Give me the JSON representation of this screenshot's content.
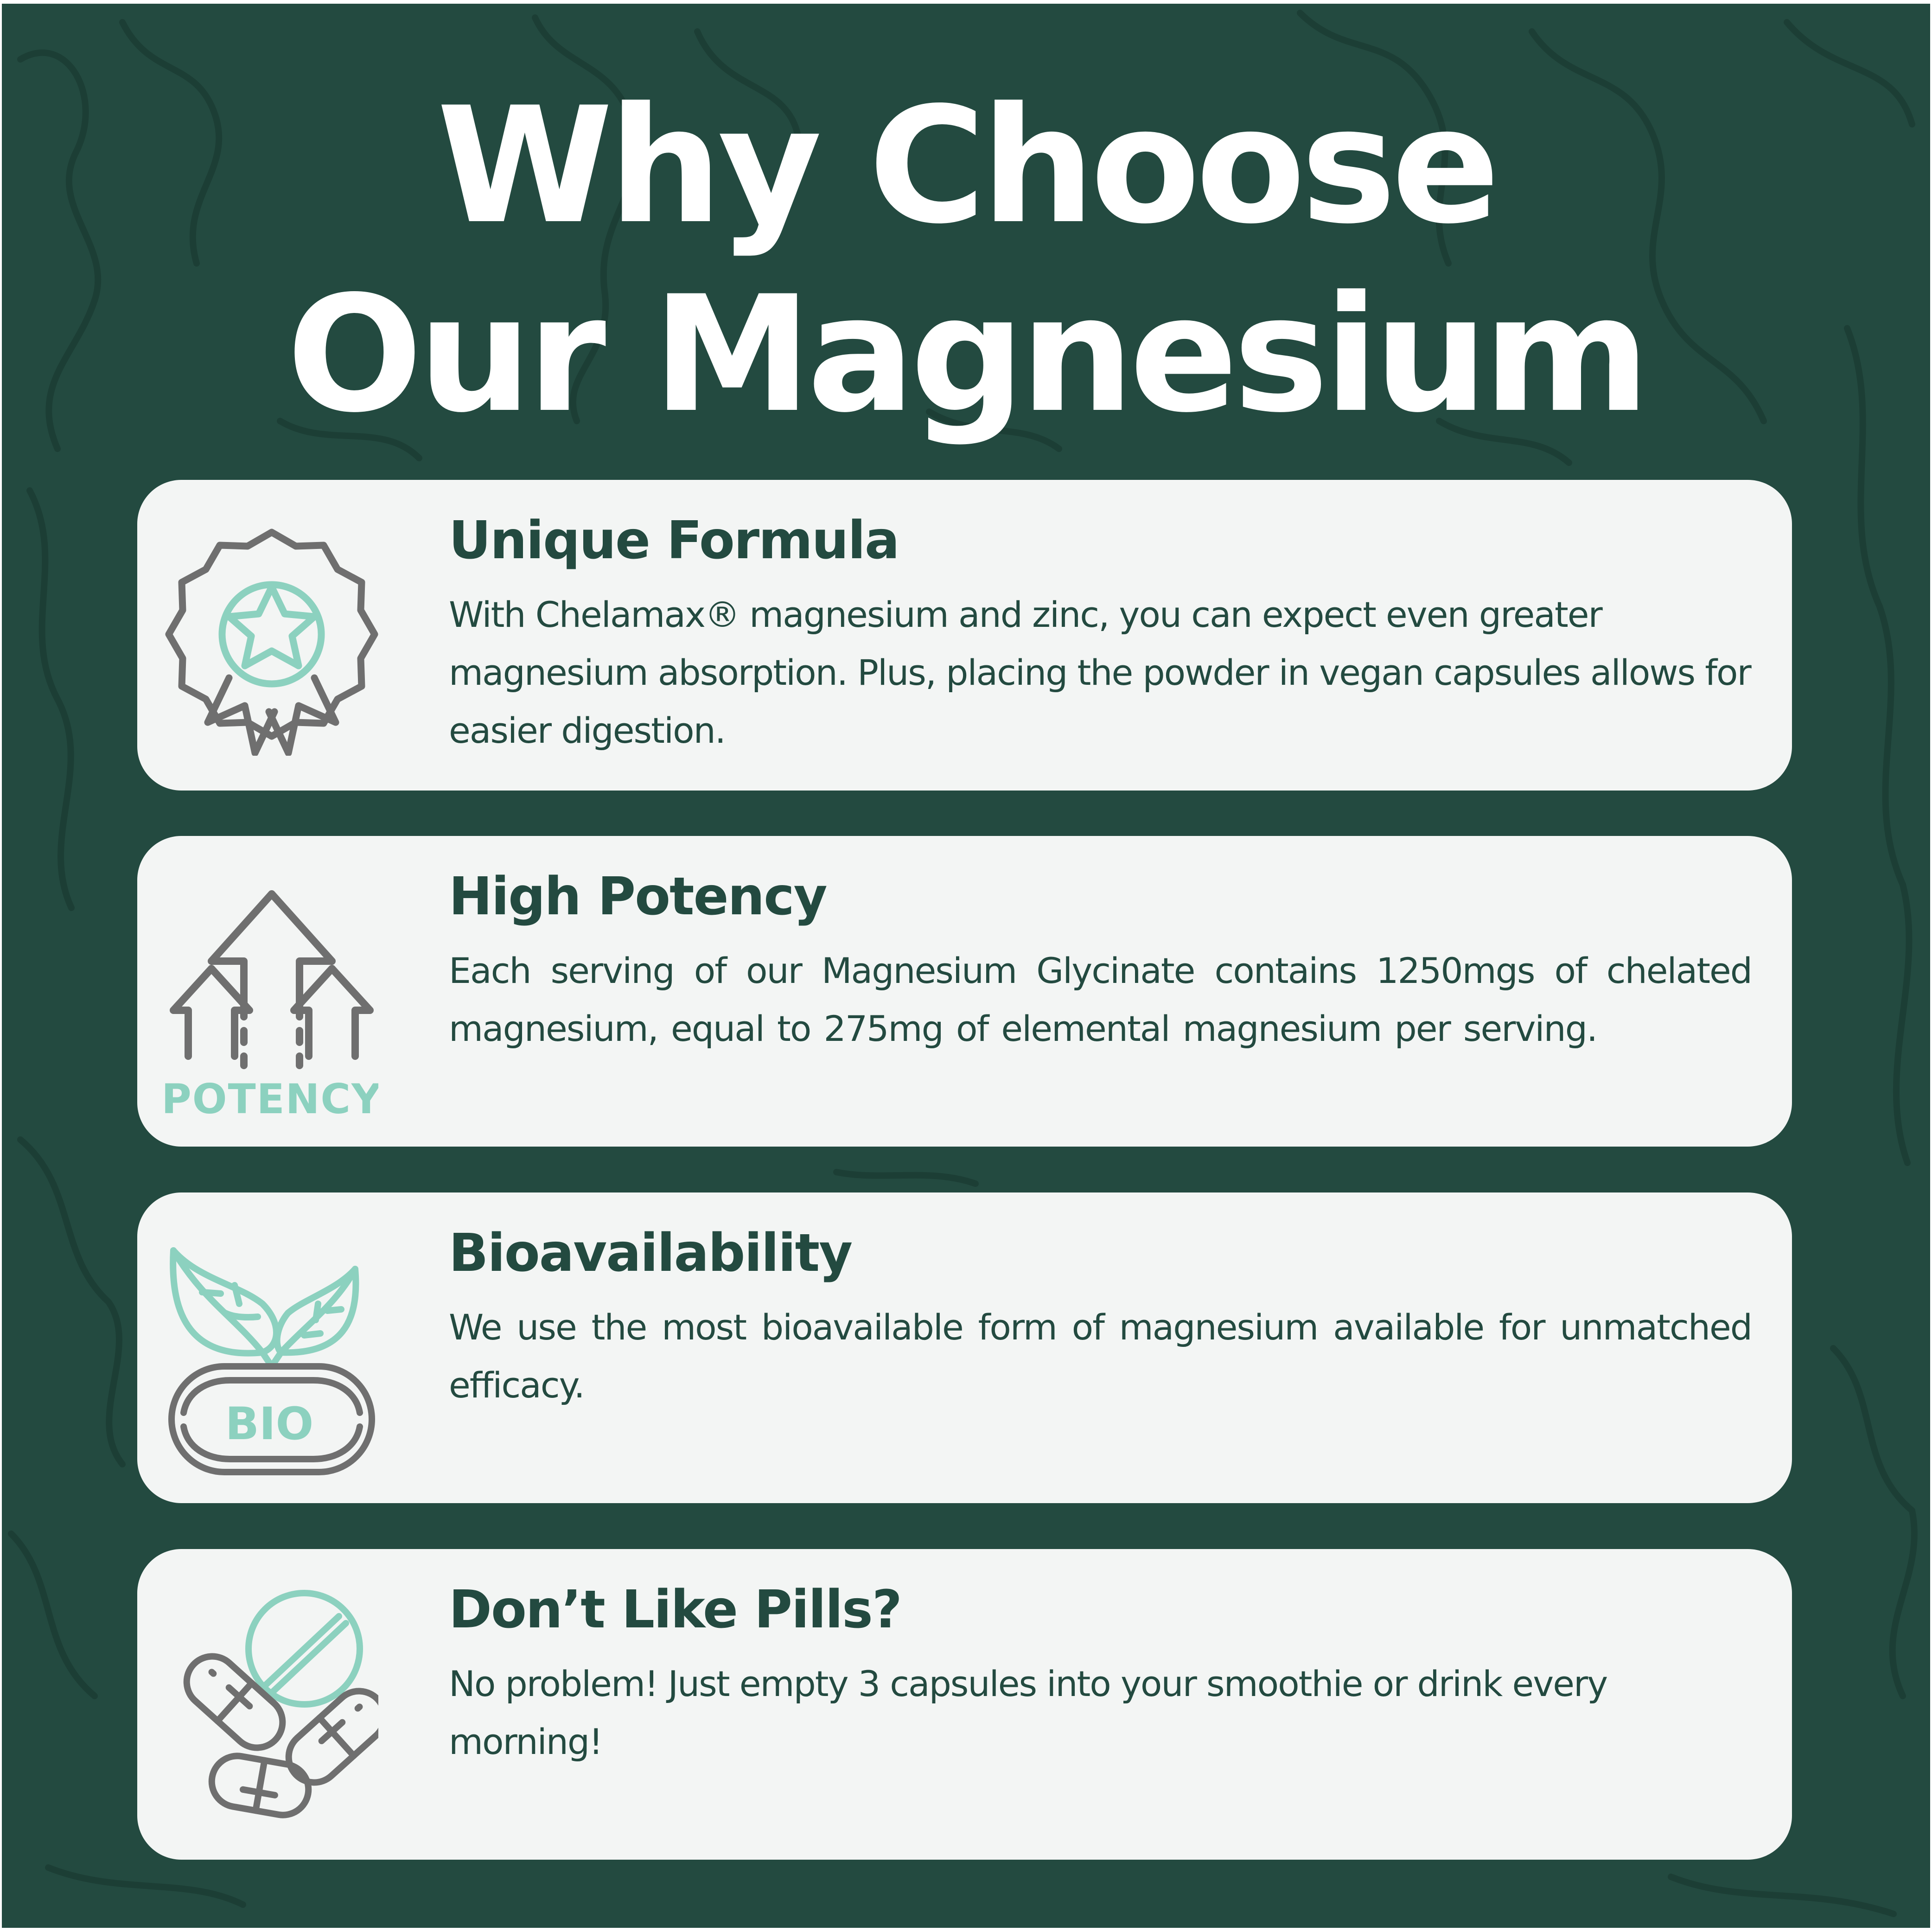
{
  "headline": {
    "line1": "Why Choose",
    "line2": "Our Magnesium"
  },
  "colors": {
    "background": "#234a40",
    "card": "#f3f5f4",
    "text_dark": "#234a40",
    "accent_mint": "#8cd1bf",
    "icon_gray": "#6f6f6f",
    "headline": "#ffffff"
  },
  "features": [
    {
      "icon": "award-ribbon-star-icon",
      "title": "Unique Formula",
      "description": "With Chelamax® magnesium and zinc, you can expect even greater magnesium absorption. Plus, placing the powder in vegan capsules allows for easier digestion."
    },
    {
      "icon": "potency-arrows-icon",
      "icon_label": "POTENCY",
      "title": "High Potency",
      "description": "Each serving of our Magnesium Glycinate contains 1250mgs of chelated magnesium, equal to 275mg of elemental magnesium per serving."
    },
    {
      "icon": "bio-leaves-icon",
      "icon_label": "BIO",
      "title": "Bioavailability",
      "description": "We use the most bioavailable form of magnesium available for unmatched efficacy."
    },
    {
      "icon": "pills-capsules-icon",
      "title": "Don’t Like Pills?",
      "description": "No problem! Just empty 3 capsules into your smoothie or drink every morning!"
    }
  ]
}
